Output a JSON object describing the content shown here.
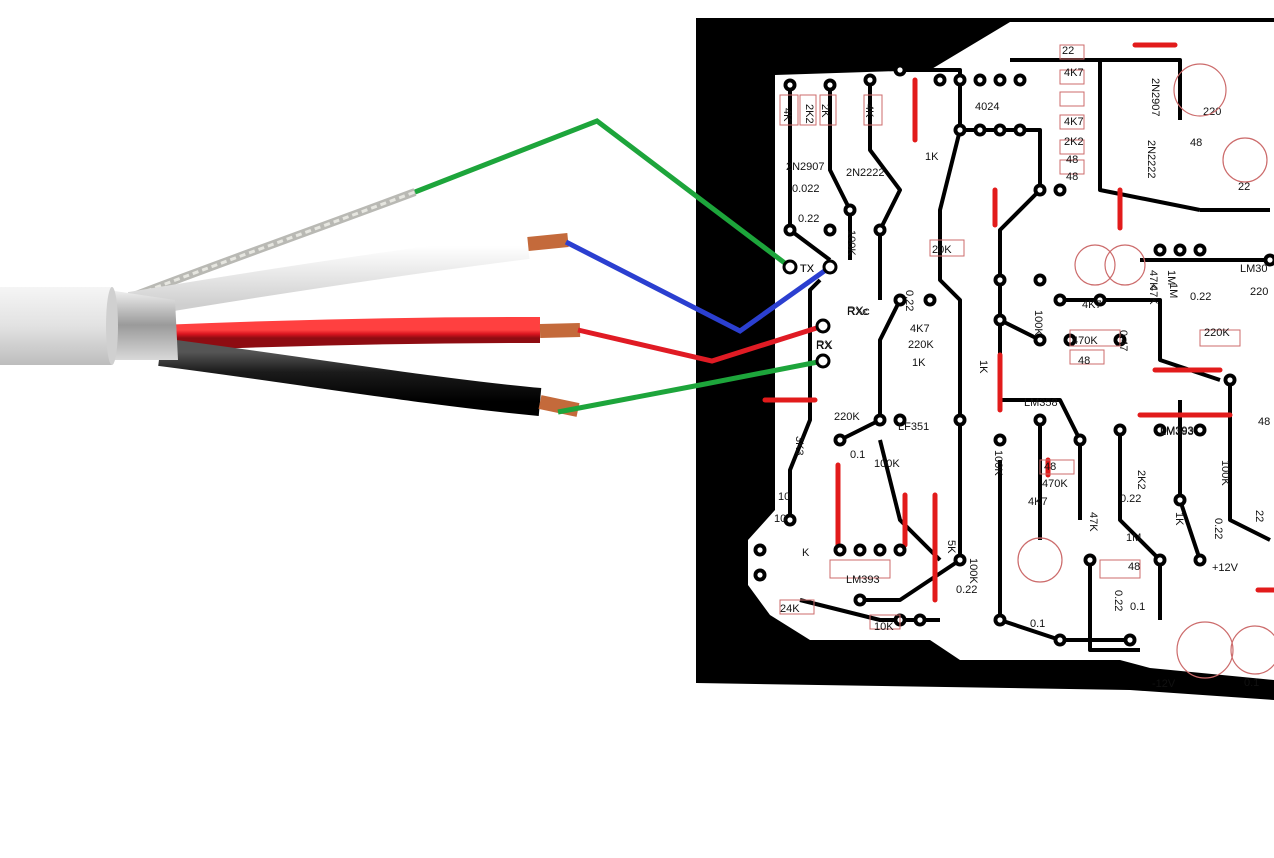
{
  "pcb": {
    "top_labels": [
      "4K",
      "2K2",
      "2K",
      "4K",
      "4024",
      "2N2907",
      "2N2222",
      "1K",
      "22",
      "4K7",
      "4K7",
      "2K2",
      "2N2907",
      "2N2222",
      "220",
      "48",
      "22",
      "48",
      "48"
    ],
    "left_labels": [
      "0.022",
      "0.22",
      "100K",
      "TX",
      "RXc",
      "RX",
      "4K7",
      "220K",
      "1K",
      "0.22",
      "20K",
      "220K",
      "LF351",
      "100K",
      "3K3",
      "0.1",
      "10",
      "10",
      "K"
    ],
    "mid_labels": [
      "100K",
      "LM358",
      "4K7",
      "470K",
      "48",
      "0.47",
      "47K",
      "1M",
      "1K",
      "100K",
      "2K2",
      "LM393",
      "48",
      "470K",
      "4K7",
      "47K",
      "1M",
      "48",
      "0.22",
      "0.1",
      "5K",
      "100K",
      "0.22",
      "0.1",
      "LM393",
      "24K",
      "10K",
      "0.22"
    ],
    "right_labels": [
      "LM30",
      "220K",
      "47K",
      "1M",
      "0.22",
      "100K",
      "1K",
      "LM393",
      "220",
      "0.22",
      "+12V",
      "-12V",
      "0.1",
      "48",
      "22"
    ],
    "colors": {
      "board": "#000000",
      "trace": "#000000",
      "jumper": "#e21b1b",
      "outline": "#cc6b6b"
    }
  },
  "wire_colors": {
    "shield_to_tx": "#1da53b",
    "white_to_tx": "#2b3fd0",
    "red_to_rxc": "#e01b24",
    "black_to_rx": "#1da53b"
  },
  "cable_colors": {
    "jacket": "#e7e7e7",
    "white_wire": "#f1f1ef",
    "red_wire": "#d9141f",
    "black_wire": "#1b1b1b",
    "copper": "#c46a3b"
  }
}
